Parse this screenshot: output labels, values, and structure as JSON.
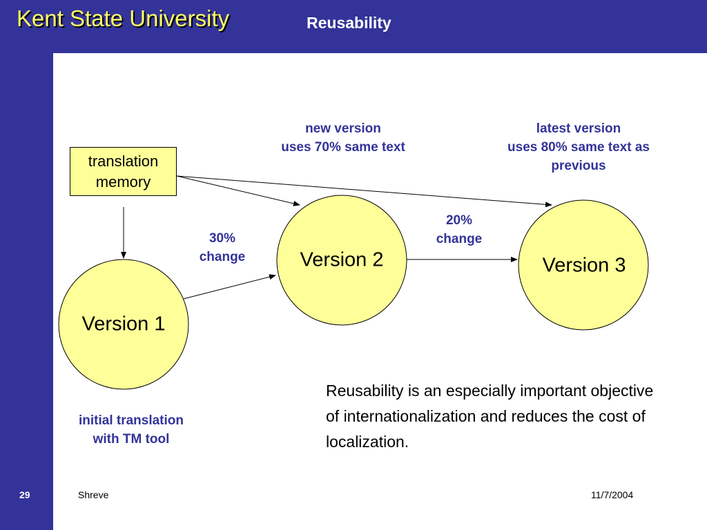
{
  "header": {
    "university": "Kent State University",
    "title": "Reusability"
  },
  "diagram": {
    "translation_memory": "translation\nmemory",
    "version_1": "Version 1",
    "version_2": "Version 2",
    "version_3": "Version 3",
    "change_30": "30%\nchange",
    "change_20": "20%\nchange",
    "new_version_note": "new version\nuses 70% same text",
    "latest_version_note": "latest version\nuses 80% same text as\nprevious",
    "initial_translation_note": "initial translation\nwith TM tool"
  },
  "body_text": "Reusability is an especially important objective of internationalization and reduces the cost of localization.",
  "footer": {
    "page_number": "29",
    "author": "Shreve",
    "date": "11/7/2004"
  },
  "colors": {
    "background": "#333399",
    "accent_label": "#333399",
    "node_fill": "#ffff99",
    "university_text": "#ffff66"
  }
}
